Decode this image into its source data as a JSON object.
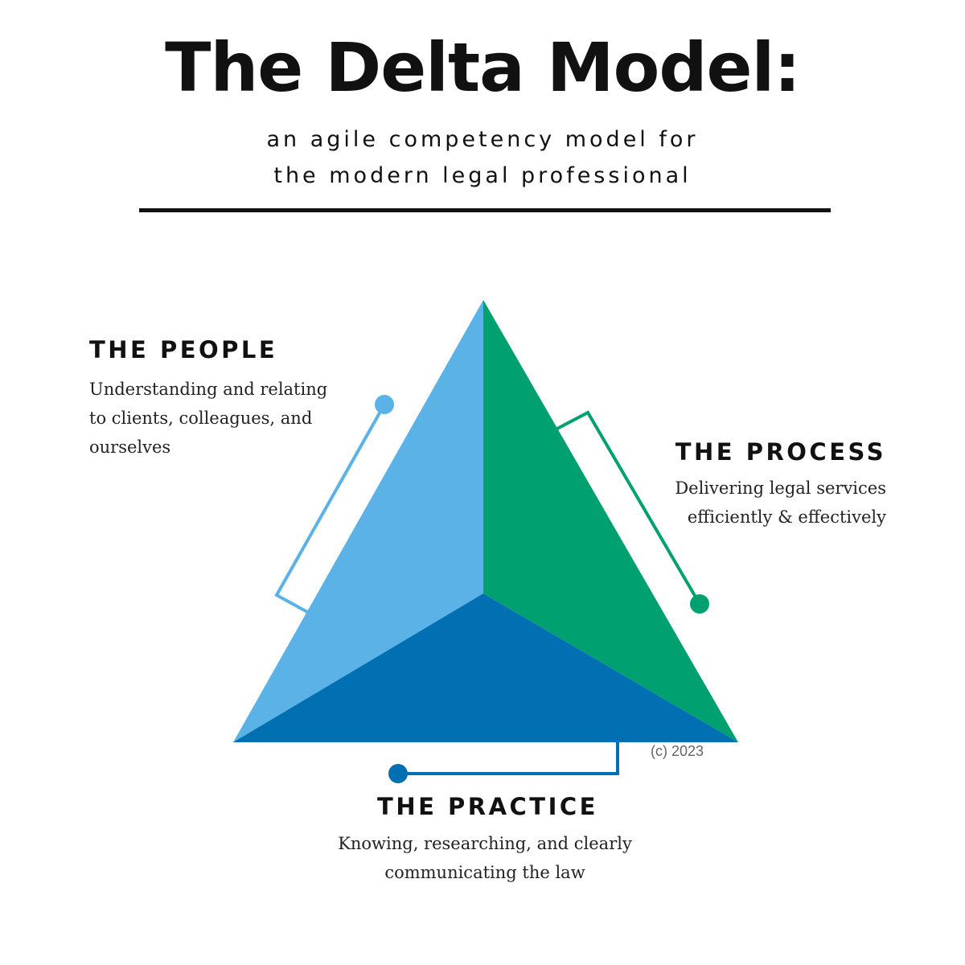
{
  "title": "The Delta Model:",
  "subtitle": {
    "line1": "an agile competency model for",
    "line2": "the modern legal professional"
  },
  "sections": {
    "people": {
      "heading": "THE PEOPLE",
      "lines": [
        "Understanding and relating",
        "to clients, colleagues, and",
        "ourselves"
      ],
      "color": "#5AB2E6"
    },
    "process": {
      "heading": "THE PROCESS",
      "lines": [
        "Delivering legal services",
        "efficiently & effectively"
      ],
      "color": "#00A070"
    },
    "practice": {
      "heading": "THE PRACTICE",
      "lines": [
        "Knowing, researching, and clearly",
        "communicating the law"
      ],
      "color": "#0070B2"
    }
  },
  "copyright": "(c) 2023"
}
